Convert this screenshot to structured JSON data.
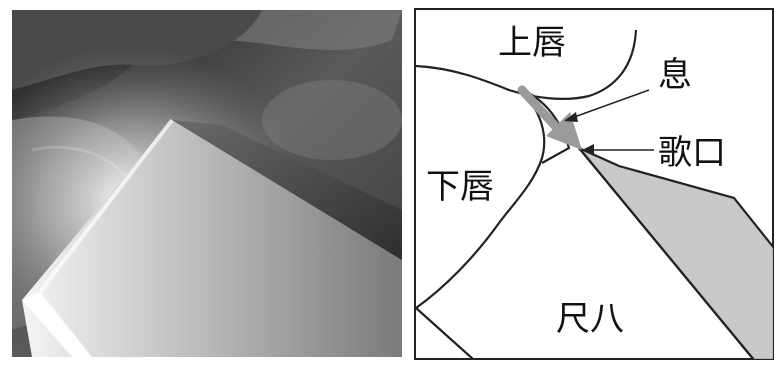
{
  "figure": {
    "photo_panel": {
      "alt_description": ""
    },
    "diagram_panel": {
      "labels": {
        "upper_lip": "上唇",
        "lower_lip": "下唇",
        "breath": "息",
        "utaguchi": "歌口",
        "shakuhachi": "尺八"
      },
      "colors": {
        "breath_arrow": "#9a9a9a",
        "instrument_fill": "#c8c8c8",
        "outline": "#222222"
      }
    }
  }
}
